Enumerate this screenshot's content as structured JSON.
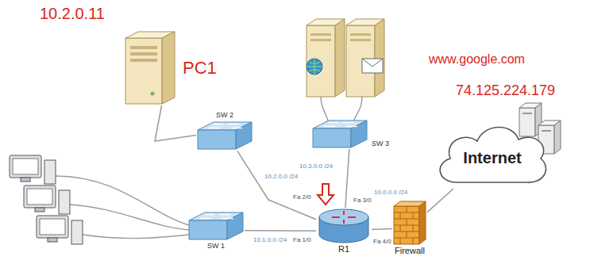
{
  "diagram": {
    "nodes": [
      {
        "text": [
          "PC1"
        ]
      },
      {
        "text": [
          "SW 2"
        ]
      },
      {
        "text": [
          "SW 3"
        ]
      },
      {
        "text": [
          "Internet"
        ]
      },
      {
        "text": [
          "SW 1"
        ]
      },
      {
        "text": [
          "R1"
        ]
      },
      {
        "text": [
          "Firewall"
        ]
      }
    ],
    "edges": [
      {
        "from": 0,
        "to": 1,
        "arrow": "none"
      },
      {
        "from": 1,
        "to": 5,
        "arrow": "none"
      },
      {
        "from": 2,
        "to": 5,
        "arrow": "none"
      },
      {
        "from": 4,
        "to": 5,
        "arrow": "none"
      },
      {
        "from": 5,
        "to": 6,
        "arrow": "none"
      },
      {
        "from": 6,
        "to": 3,
        "arrow": "none"
      }
    ],
    "labels": [
      "10.2.0.11",
      "www.google.com",
      "74.125.224.179",
      "10.2.0.0 /24",
      "10.3.0.0 /24",
      "Fa 3/0",
      "Fa 2/0",
      "10.1.0.0 /24",
      "Fa 1/0",
      "Fa 4/0",
      "10.0.0.0 /24"
    ]
  }
}
